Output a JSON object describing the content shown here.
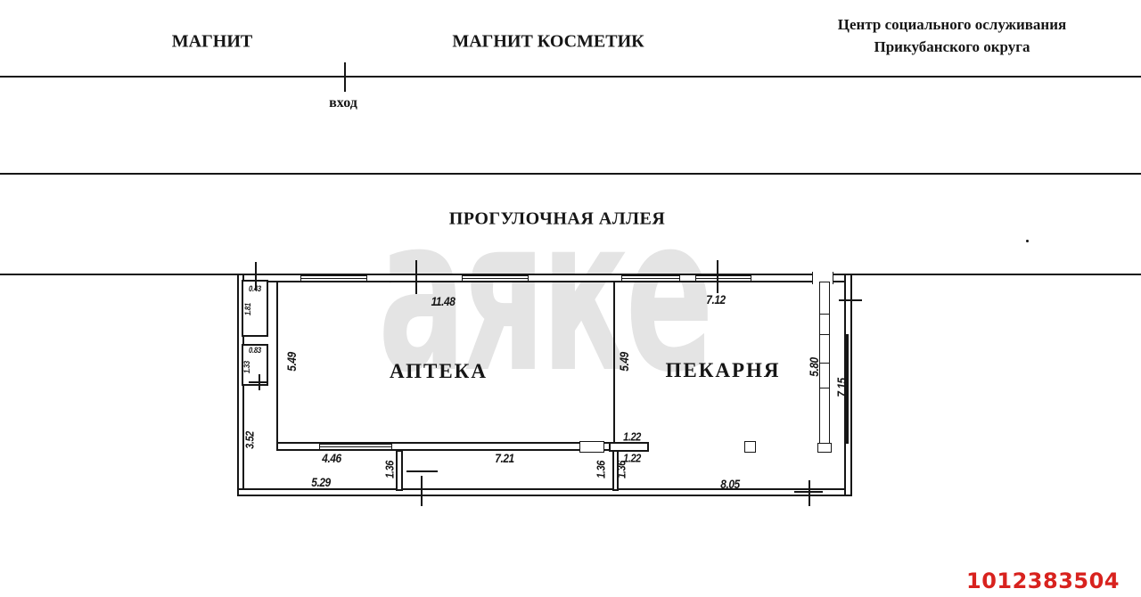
{
  "header": {
    "store_left": "МАГНИТ",
    "store_center": "МАГНИТ КОСМЕТИК",
    "social_center_line1": "Центр социального ослуживания",
    "social_center_line2": "Прикубанского округа",
    "entrance": "вход"
  },
  "plan": {
    "alley_label": "ПРОГУЛОЧНАЯ АЛЛЕЯ",
    "rooms": {
      "pharmacy": "АПТЕКА",
      "bakery": "ПЕКАРНЯ"
    },
    "dims": {
      "pharmacy_top_width": "11.48",
      "pharmacy_left_height": "5.49",
      "bakery_top_width": "7.12",
      "bakery_left_height": "5.49",
      "bakery_inner_right_height": "5.80",
      "bakery_outer_right_height": "7.15",
      "storage1_width": "0.43",
      "storage1_height": "1.81",
      "storage2_width": "0.83",
      "storage2_height": "1.33",
      "left_hall_height": "3.52",
      "hall_left_top_width": "4.46",
      "hall_left_bottom_width": "5.29",
      "hall_left_right_height": "1.36",
      "hall_right_top_width": "7.21",
      "hall_right_height": "1.36",
      "bakery_nook_height": "1.36",
      "nook_top_width": "1.22",
      "nook_bottom_width": "1.22",
      "bakery_bottom_width": "8.05"
    }
  },
  "watermark_text": "аяке",
  "photo_id": "1012383504",
  "colors": {
    "id_red": "#d8221e",
    "watermark_gray": "#e4e4e4",
    "line_black": "#161616"
  }
}
